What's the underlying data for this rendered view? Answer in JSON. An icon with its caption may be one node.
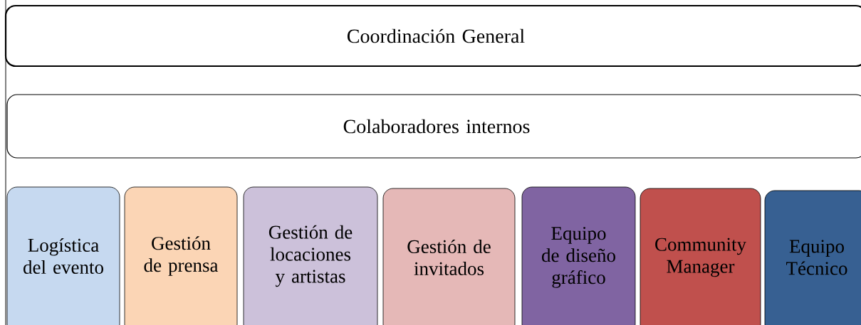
{
  "diagram": {
    "nodes": [
      {
        "text": [
          "Coordinación General"
        ]
      },
      {
        "text": [
          "Colaboradores internos"
        ]
      },
      {
        "text": [
          "Logística del evento"
        ]
      },
      {
        "text": [
          "Gestión de prensa"
        ]
      },
      {
        "text": [
          "Gestión de locaciones y artistas"
        ]
      },
      {
        "text": [
          "Gestión de invitados"
        ]
      },
      {
        "text": [
          "Equipo de diseño gráfico"
        ]
      },
      {
        "text": [
          "Community Manager"
        ]
      },
      {
        "text": [
          "Equipo Técnico"
        ]
      }
    ]
  }
}
